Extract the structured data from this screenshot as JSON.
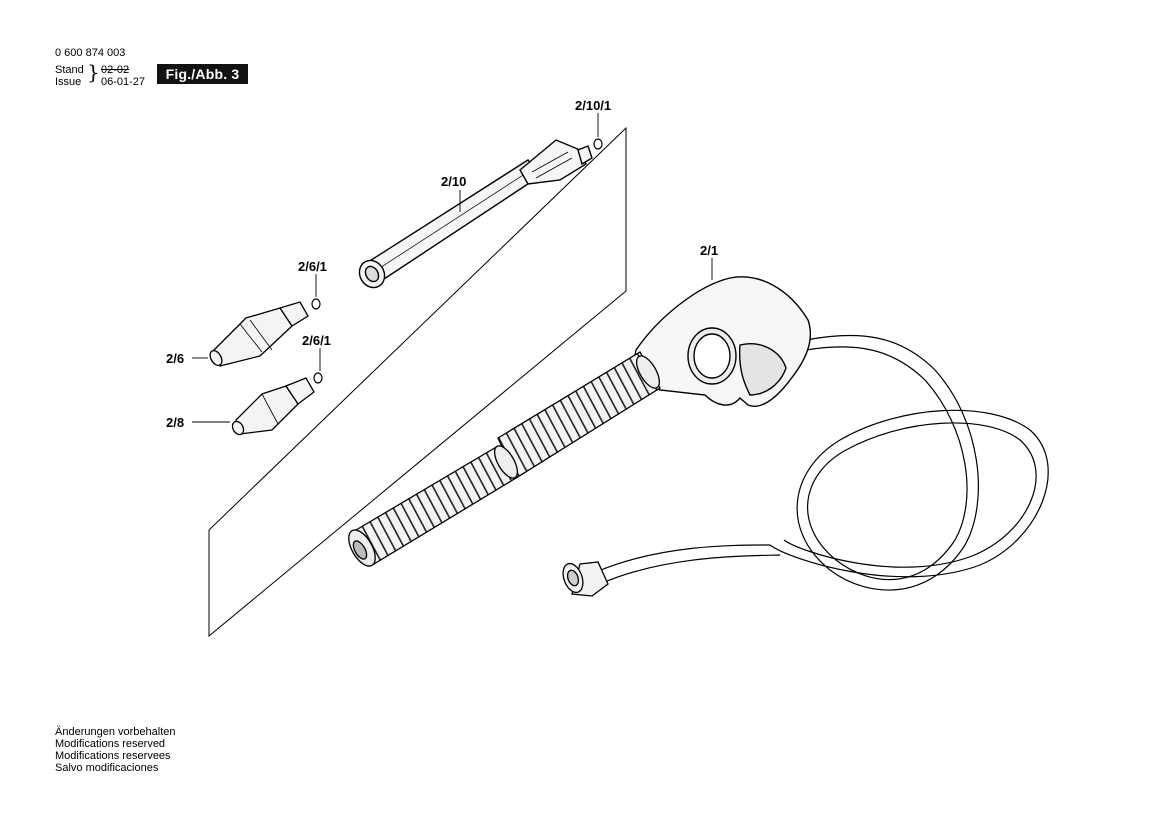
{
  "header": {
    "part_number": "0 600 874 003",
    "stand_label": "Stand",
    "issue_label": "Issue",
    "old_date": "02-02",
    "new_date": "06-01-27",
    "figure_label": "Fig./Abb. 3"
  },
  "callouts": {
    "nozzle_oring": "2/10/1",
    "lance": "2/10",
    "nozzle_a_oring": "2/6/1",
    "nozzle_b_oring": "2/6/1",
    "nozzle_a": "2/6",
    "nozzle_b": "2/8",
    "gun": "2/1"
  },
  "footer": {
    "line1": "Änderungen vorbehalten",
    "line2": "Modifications reserved",
    "line3": "Modifications reservees",
    "line4": "Salvo modificaciones"
  }
}
